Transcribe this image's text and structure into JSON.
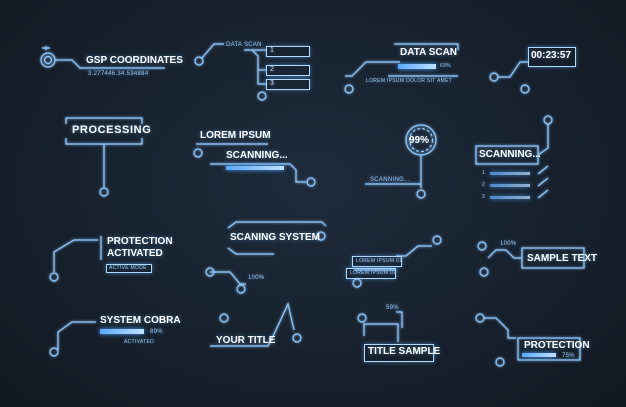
{
  "elements": {
    "gsp": {
      "title": "GSP COORDINATES",
      "coords": "3.277446.34.534884"
    },
    "datascan_list": {
      "label": "DATA SCAN",
      "items": [
        "1",
        "2",
        "3"
      ]
    },
    "datascan": {
      "title": "DATA SCAN",
      "percent": "69%",
      "subtitle": "LOREM IPSUM DOLOR SIT AMET"
    },
    "timer": {
      "value": "00:23:57"
    },
    "processing": {
      "title": "PROCESSING"
    },
    "lorem": {
      "title": "LOREM IPSUM",
      "subtitle": "SCANNING..."
    },
    "circle": {
      "percent": "99%",
      "label": "SCANNING..."
    },
    "scanning_list": {
      "title": "SCANNING...",
      "items": [
        "1",
        "2",
        "3"
      ]
    },
    "protection_activated": {
      "line1": "PROTECTION",
      "line2": "ACTIVATED",
      "tag": "ACTIVE MODE"
    },
    "scaning_system": {
      "title": "SCANING SYSTEM",
      "percent": "100%"
    },
    "lorem_tags": {
      "tag1": "LOREM IPSUM 01",
      "tag2": "LOREM IPSUM 02"
    },
    "sample_text": {
      "percent": "100%",
      "title": "SAMPLE TEXT"
    },
    "system_cobra": {
      "title": "SYSTEM COBRA",
      "percent": "89%",
      "status": "ACTIVATED"
    },
    "your_title": {
      "title": "YOUR TITLE"
    },
    "title_sample": {
      "percent": "59%",
      "title": "TITLE SAMPLE"
    },
    "protection": {
      "title": "PROTECTION",
      "percent": "75%"
    }
  },
  "colors": {
    "background": "#17212d",
    "line": "#8fc8ff",
    "glow": "#4da3ff",
    "text": "#ffffff"
  }
}
